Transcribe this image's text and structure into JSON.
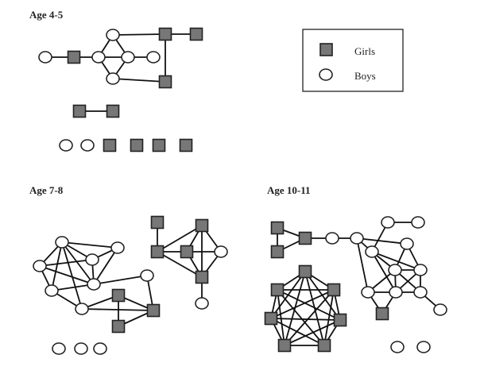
{
  "panels": [
    {
      "title": "Age 4-5"
    },
    {
      "title": "Age 7-8"
    },
    {
      "title": "Age 10-11"
    }
  ],
  "legend": {
    "girls_label": "Girls",
    "boys_label": "Boys"
  },
  "colors": {
    "girl_fill": "#777777",
    "boy_fill": "#ffffff",
    "stroke": "#222222"
  }
}
